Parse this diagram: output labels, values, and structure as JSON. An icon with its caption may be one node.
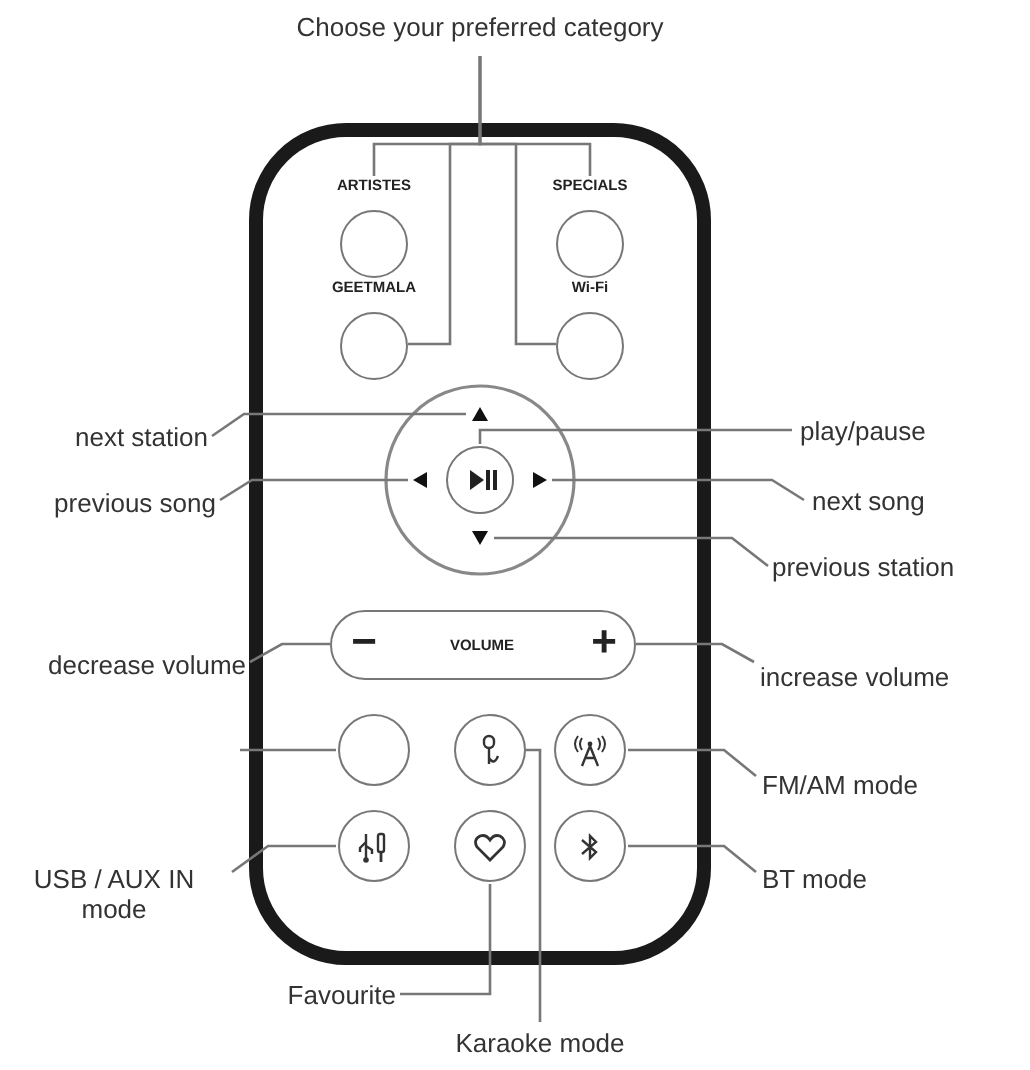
{
  "diagram": {
    "nodes": [
      {
        "text": [
          "Choose your preferred category"
        ]
      },
      {
        "text": [
          "ARTISTES"
        ]
      },
      {
        "text": [
          "SPECIALS"
        ]
      },
      {
        "text": [
          "GEETMALA"
        ]
      },
      {
        "text": [
          "Wi-Fi"
        ]
      },
      {
        "text": [],
        "shape": "triangle"
      },
      {
        "text": [],
        "shape": "triangle"
      },
      {
        "text": [],
        "shape": "circle"
      },
      {
        "text": [],
        "shape": "triangle"
      },
      {
        "text": [],
        "shape": "triangle"
      },
      {
        "text": [
          "VOLUME"
        ]
      },
      {
        "text": [
          "−"
        ],
        "in": 10
      },
      {
        "text": [
          "+"
        ],
        "in": 10
      },
      {
        "text": [],
        "shape": "circle"
      },
      {
        "text": [],
        "shape": "circle"
      },
      {
        "text": [],
        "shape": "circle"
      },
      {
        "text": [],
        "shape": "circle"
      },
      {
        "text": [],
        "shape": "circle"
      },
      {
        "text": [],
        "shape": "circle"
      },
      {
        "text": [
          "next station"
        ]
      },
      {
        "text": [
          "play/pause"
        ]
      },
      {
        "text": [
          "previous song"
        ]
      },
      {
        "text": [
          "next song"
        ]
      },
      {
        "text": [
          "previous station"
        ]
      },
      {
        "text": [
          "decrease volume"
        ]
      },
      {
        "text": [
          "increase volume"
        ]
      },
      {
        "text": [
          "FM/AM mode"
        ]
      },
      {
        "text": [
          "USB / AUX IN mode"
        ]
      },
      {
        "text": [
          "BT mode"
        ]
      },
      {
        "text": [
          "Favourite"
        ]
      },
      {
        "text": [
          "Karaoke mode"
        ]
      }
    ],
    "edges": [
      {
        "from": 0,
        "to": 1,
        "arrow": "none"
      },
      {
        "from": 0,
        "to": 2,
        "arrow": "none"
      },
      {
        "from": 0,
        "to": 3,
        "arrow": "none"
      },
      {
        "from": 0,
        "to": 4,
        "arrow": "none"
      },
      {
        "from": 19,
        "to": 5,
        "arrow": "none"
      },
      {
        "from": 20,
        "to": 7,
        "arrow": "none"
      },
      {
        "from": 21,
        "to": 6,
        "arrow": "none"
      },
      {
        "from": 22,
        "to": 8,
        "arrow": "none"
      },
      {
        "from": 23,
        "to": 9,
        "arrow": "none"
      },
      {
        "from": 24,
        "to": 11,
        "arrow": "none"
      },
      {
        "from": 25,
        "to": 12,
        "arrow": "none"
      },
      {
        "from": null,
        "to": 13,
        "arrow": "none"
      },
      {
        "from": 26,
        "to": 15,
        "arrow": "none"
      },
      {
        "from": 27,
        "to": 16,
        "arrow": "none"
      },
      {
        "from": 28,
        "to": 18,
        "arrow": "none"
      },
      {
        "from": 29,
        "to": 17,
        "arrow": "none"
      },
      {
        "from": 30,
        "to": 14,
        "arrow": "none"
      }
    ]
  }
}
